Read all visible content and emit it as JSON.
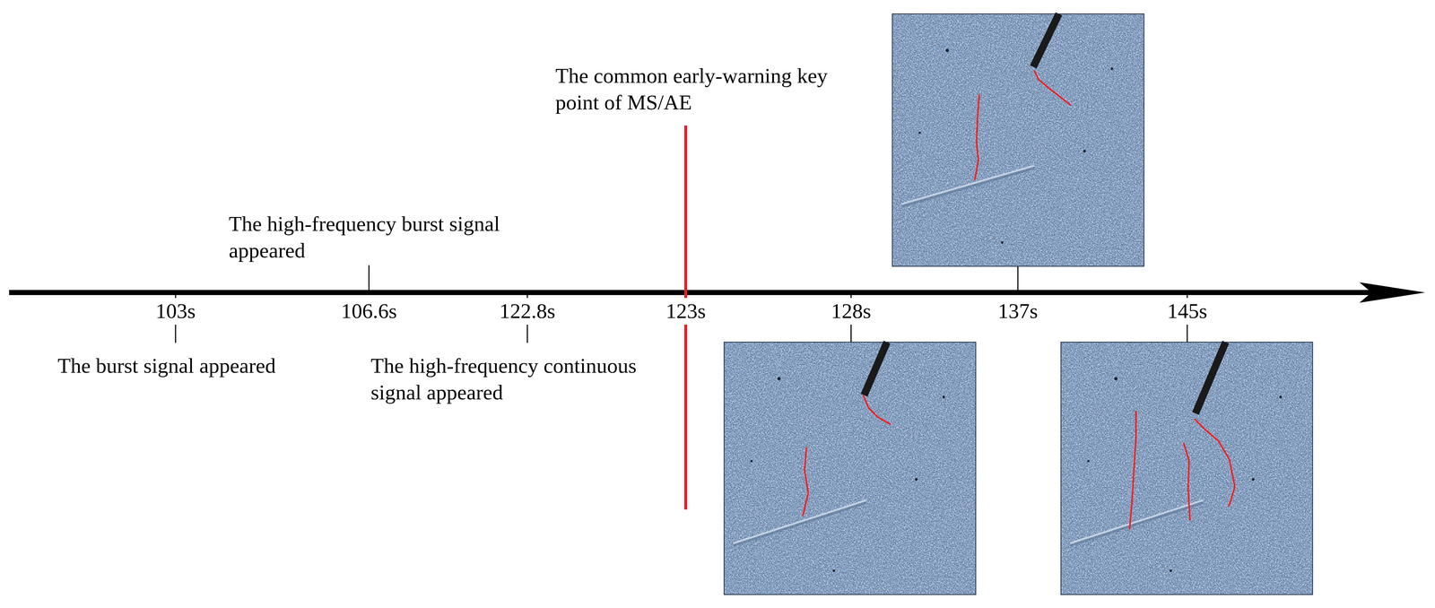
{
  "diagram": {
    "labels": [
      "The common early-warning key point of MS/AE",
      "The high-frequency burst signal appeared",
      "103s",
      "106.6s",
      "122.8s",
      "123s",
      "128s",
      "137s",
      "145s",
      "The burst signal appeared",
      "The high-frequency continuous signal appeared"
    ]
  }
}
